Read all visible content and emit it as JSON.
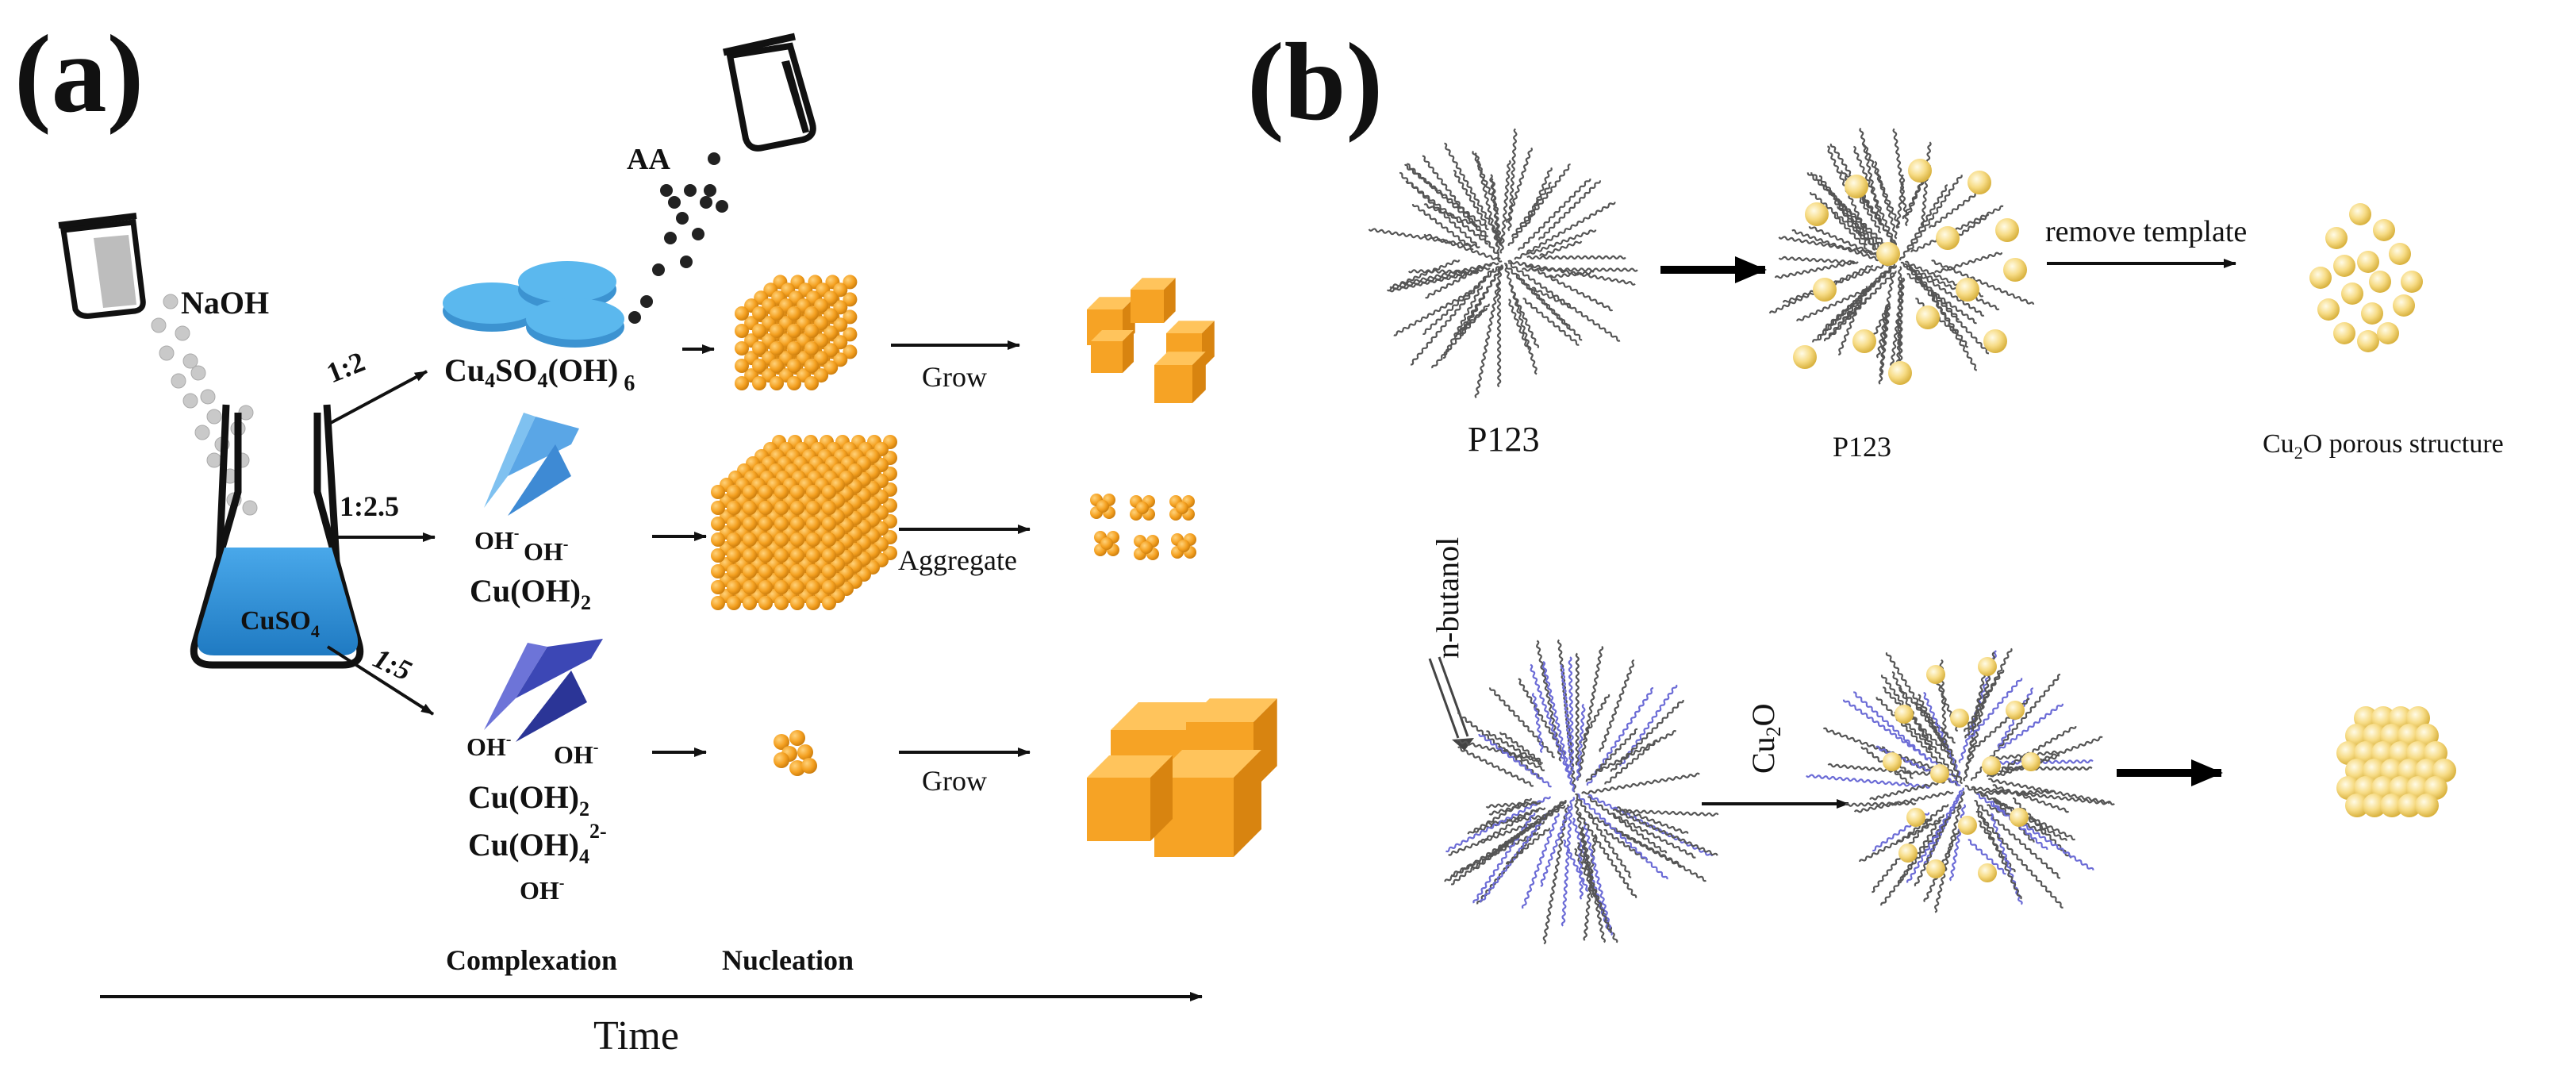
{
  "panel_a": {
    "label": "(a)",
    "reagents": {
      "naoh": "NaOH",
      "aa": "AA",
      "cuso4_main": "CuSO",
      "cuso4_sub": "4"
    },
    "ratios": {
      "r1": "1:2",
      "r2": "1:2.5",
      "r3": "1:5"
    },
    "species": {
      "top_main": "Cu",
      "top_sub1": "4",
      "top_mid": "SO",
      "top_sub2": "4",
      "top_end": "(OH)",
      "top_sub3": " 6",
      "oh": "OH",
      "oh_sup": "-",
      "cuoh2_main": "Cu(OH)",
      "cuoh2_sub": "2",
      "cuoh4_main": "Cu(OH)",
      "cuoh4_sub": "4",
      "cuoh4_sup": "2-"
    },
    "steps": {
      "grow": "Grow",
      "aggregate": "Aggregate"
    },
    "stages": {
      "complexation": "Complexation",
      "nucleation": "Nucleation"
    },
    "axis": {
      "time": "Time"
    },
    "colors": {
      "solution": "#2b8fd6",
      "crystal": "#f4a020",
      "disc": "#56b4ea",
      "crystal_dark": "#2d3fa8"
    }
  },
  "panel_b": {
    "label": "(b)",
    "labels": {
      "p123_left": "P123",
      "p123_mid": "P123",
      "remove_template": "remove template",
      "cu2o_porous_a": "Cu",
      "cu2o_porous_sub": "2",
      "cu2o_porous_b": "O porous structure",
      "n_butanol": "n-butanol",
      "cu2o_arrow_a": "Cu",
      "cu2o_arrow_sub": "2",
      "cu2o_arrow_b": "O"
    },
    "colors": {
      "sphere": "#f7dc86",
      "sphere_edge": "#d8b440",
      "polymer": "#555555",
      "butanol": "#6b6bd6"
    }
  }
}
